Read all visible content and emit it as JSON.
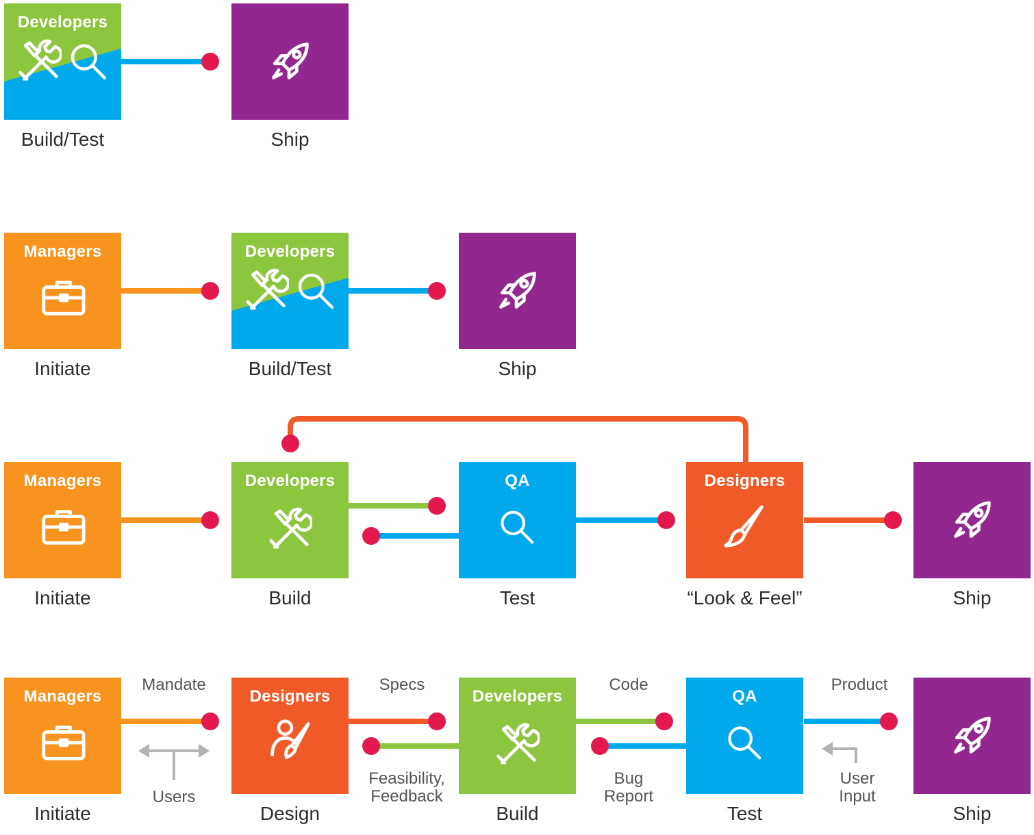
{
  "colors": {
    "managers": "#f7931e",
    "developers": "#8cc63f",
    "qa": "#00a8ec",
    "designers": "#f05a28",
    "ship": "#92278f",
    "dot": "#e2184f",
    "users_arrow": "#b3b3b3"
  },
  "rows": [
    {
      "stages": [
        {
          "role": "Developers",
          "label": "Build/Test",
          "icon": "tools-and-magnifier-icon",
          "kind": "devtest"
        },
        {
          "role": "",
          "label": "Ship",
          "icon": "rocket-icon",
          "kind": "ship"
        }
      ]
    },
    {
      "stages": [
        {
          "role": "Managers",
          "label": "Initiate",
          "icon": "briefcase-icon",
          "kind": "managers"
        },
        {
          "role": "Developers",
          "label": "Build/Test",
          "icon": "tools-and-magnifier-icon",
          "kind": "devtest"
        },
        {
          "role": "",
          "label": "Ship",
          "icon": "rocket-icon",
          "kind": "ship"
        }
      ]
    },
    {
      "stages": [
        {
          "role": "Managers",
          "label": "Initiate",
          "icon": "briefcase-icon",
          "kind": "managers"
        },
        {
          "role": "Developers",
          "label": "Build",
          "icon": "tools-icon",
          "kind": "developers"
        },
        {
          "role": "QA",
          "label": "Test",
          "icon": "magnifier-icon",
          "kind": "qa"
        },
        {
          "role": "Designers",
          "label": "“Look & Feel”",
          "icon": "paintbrush-icon",
          "kind": "designers"
        },
        {
          "role": "",
          "label": "Ship",
          "icon": "rocket-icon",
          "kind": "ship"
        }
      ]
    },
    {
      "stages": [
        {
          "role": "Managers",
          "label": "Initiate",
          "icon": "briefcase-icon",
          "kind": "managers"
        },
        {
          "role": "Designers",
          "label": "Design",
          "icon": "designer-person-icon",
          "kind": "designers"
        },
        {
          "role": "Developers",
          "label": "Build",
          "icon": "tools-icon",
          "kind": "developers"
        },
        {
          "role": "QA",
          "label": "Test",
          "icon": "magnifier-icon",
          "kind": "qa"
        },
        {
          "role": "",
          "label": "Ship",
          "icon": "rocket-icon",
          "kind": "ship"
        }
      ],
      "flow_labels": {
        "mandate": "Mandate",
        "users": "Users",
        "specs": "Specs",
        "feasibility": "Feasibility,\nFeedback",
        "code": "Code",
        "bug_report": "Bug\nReport",
        "product": "Product",
        "user_input": "User\nInput"
      }
    }
  ]
}
